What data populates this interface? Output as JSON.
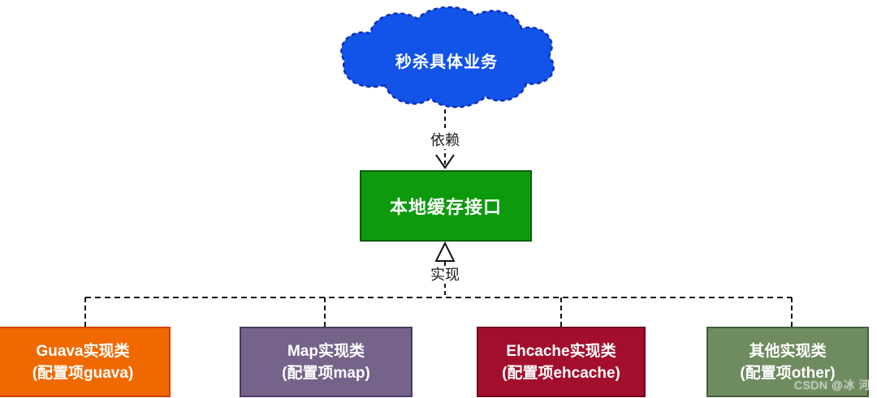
{
  "diagram": {
    "cloud": {
      "label": "秒杀具体业务",
      "fill": "#1253E8",
      "border": "#0B2EC0"
    },
    "edges": {
      "depends_label": "依赖",
      "implements_label": "实现",
      "line_color": "#111111"
    },
    "interface_node": {
      "label": "本地缓存接口",
      "fill": "#0D9A0D",
      "border": "#0A5C0A"
    },
    "implementations": [
      {
        "line1": "Guava实现类",
        "line2": "(配置项guava)",
        "fill": "#F06900",
        "border": "#D14200"
      },
      {
        "line1": "Map实现类",
        "line2": "(配置项map)",
        "fill": "#756389",
        "border": "#4B3C60"
      },
      {
        "line1": "Ehcache实现类",
        "line2": "(配置项ehcache)",
        "fill": "#A40E2D",
        "border": "#70091F"
      },
      {
        "line1": "其他实现类",
        "line2": "(配置项other)",
        "fill": "#6F8B60",
        "border": "#43603B"
      }
    ],
    "watermark": "CSDN @冰 河"
  }
}
